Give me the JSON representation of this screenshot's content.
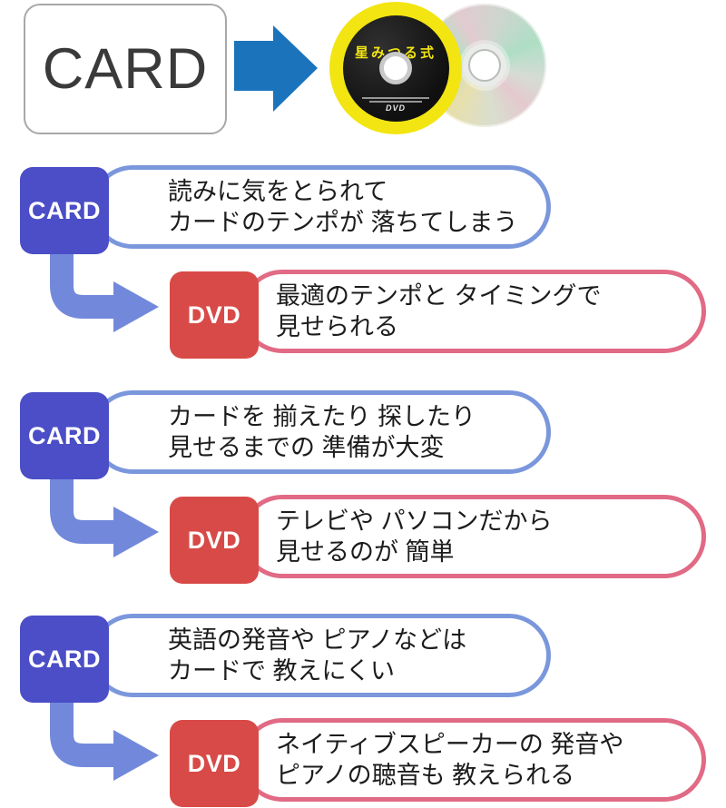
{
  "header": {
    "card_label": "CARD",
    "disc_title": "星みつる式",
    "dvd_logo": "DVD"
  },
  "comparisons": [
    {
      "card": {
        "label": "CARD",
        "line1": "読みに気をとられて",
        "line2": "カードのテンポが 落ちてしまう"
      },
      "dvd": {
        "label": "DVD",
        "line1": "最適のテンポと タイミングで",
        "line2": "見せられる"
      }
    },
    {
      "card": {
        "label": "CARD",
        "line1": "カードを 揃えたり 探したり",
        "line2": "見せるまでの 準備が大変"
      },
      "dvd": {
        "label": "DVD",
        "line1": "テレビや パソコンだから",
        "line2": "見せるのが 簡単"
      }
    },
    {
      "card": {
        "label": "CARD",
        "line1": "英語の発音や ピアノなどは",
        "line2": "カードで 教えにくい"
      },
      "dvd": {
        "label": "DVD",
        "line1": "ネイティブスピーカーの 発音や",
        "line2": "ピアノの聴音も 教えられる"
      }
    }
  ],
  "colors": {
    "card_badge": "#4B4EC6",
    "dvd_badge": "#D84A47",
    "card_bubble_border": "#7B97DC",
    "dvd_bubble_border": "#E16A85",
    "elbow_arrow": "#7289DB",
    "top_arrow": "#1B74BB",
    "disc_yellow": "#F2E512",
    "text_dark": "#1C1C1C"
  }
}
